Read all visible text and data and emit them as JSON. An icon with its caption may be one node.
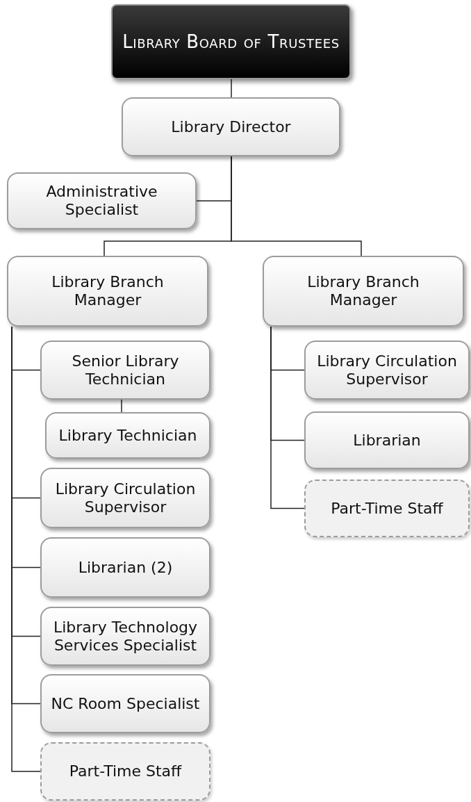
{
  "diagram": {
    "nodes": [
      {
        "text": [
          "Library Board of Trustees"
        ]
      },
      {
        "text": [
          "Library Director"
        ]
      },
      {
        "text": [
          "Administrative Specialist"
        ]
      },
      {
        "text": [
          "Library Branch Manager"
        ]
      },
      {
        "text": [
          "Library Branch Manager"
        ]
      },
      {
        "text": [
          "Senior Library Technician"
        ]
      },
      {
        "text": [
          "Library Technician"
        ]
      },
      {
        "text": [
          "Library Circulation Supervisor"
        ]
      },
      {
        "text": [
          "Librarian (2)"
        ]
      },
      {
        "text": [
          "Library Technology Services Specialist"
        ]
      },
      {
        "text": [
          "NC Room Specialist"
        ]
      },
      {
        "text": [
          "Part-Time Staff"
        ]
      },
      {
        "text": [
          "Library Circulation Supervisor"
        ]
      },
      {
        "text": [
          "Librarian"
        ]
      },
      {
        "text": [
          "Part-Time Staff"
        ]
      }
    ],
    "edges": [
      {
        "from": 0,
        "to": 1,
        "arrow": "none"
      },
      {
        "from": 1,
        "to": 2,
        "arrow": "none"
      },
      {
        "from": 1,
        "to": 3,
        "arrow": "none"
      },
      {
        "from": 1,
        "to": 4,
        "arrow": "none"
      },
      {
        "from": 3,
        "to": 5,
        "arrow": "none"
      },
      {
        "from": 5,
        "to": 6,
        "arrow": "none"
      },
      {
        "from": 3,
        "to": 7,
        "arrow": "none"
      },
      {
        "from": 3,
        "to": 8,
        "arrow": "none"
      },
      {
        "from": 3,
        "to": 9,
        "arrow": "none"
      },
      {
        "from": 3,
        "to": 10,
        "arrow": "none"
      },
      {
        "from": 3,
        "to": 11,
        "arrow": "none"
      },
      {
        "from": 4,
        "to": 12,
        "arrow": "none"
      },
      {
        "from": 4,
        "to": 13,
        "arrow": "none"
      },
      {
        "from": 4,
        "to": 14,
        "arrow": "none"
      }
    ]
  }
}
